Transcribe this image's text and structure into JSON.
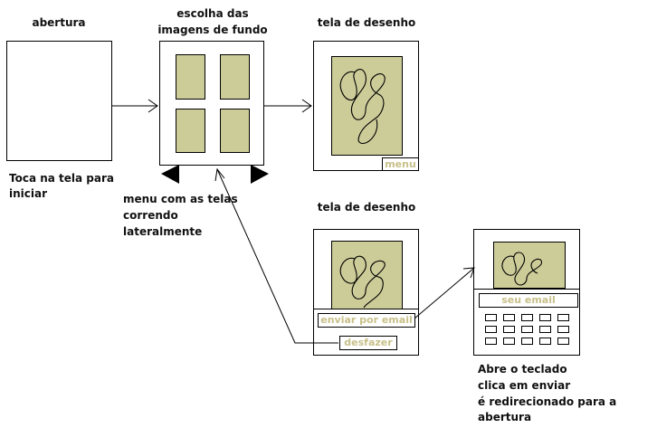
{
  "labels": {
    "abertura_title": "abertura",
    "escolha_line1": "escolha das",
    "escolha_line2": "imagens de fundo",
    "tela1_title": "tela de desenho",
    "tela2_title": "tela de desenho",
    "toca_line1": "Toca na tela para",
    "toca_line2": "iniciar",
    "menu_line1": "menu com as telas",
    "menu_line2": "correndo",
    "menu_line3": "lateralmente",
    "abre_line1": "Abre o teclado",
    "abre_line2": "clica em enviar",
    "abre_line3": "é redirecionado para a abertura"
  },
  "screens": {
    "menu_button": "menu",
    "enviar_email_button": "enviar por email",
    "desfazer_button": "desfazer",
    "email_field": "seu email"
  },
  "colors": {
    "canvas": "#cccc99",
    "button_text": "#c8c08a",
    "outline": "#000000"
  }
}
